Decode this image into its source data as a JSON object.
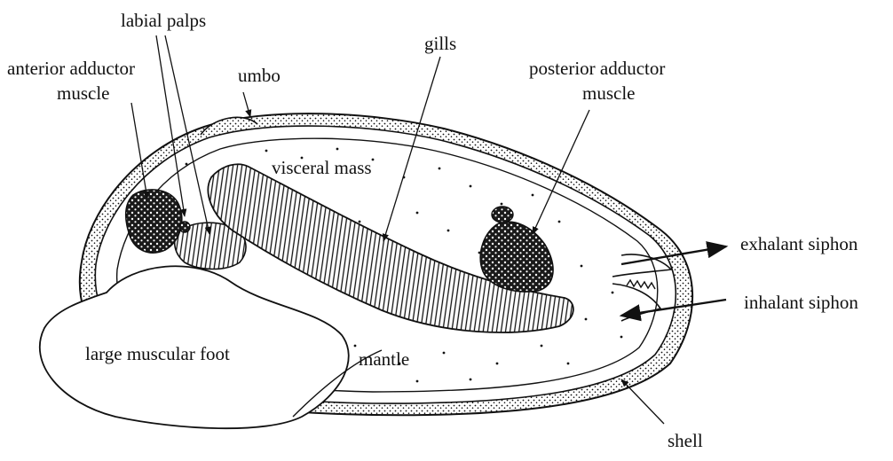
{
  "labels": {
    "labial_palps": "labial palps",
    "gills": "gills",
    "anterior_adductor_line1": "anterior adductor",
    "anterior_adductor_line2": "muscle",
    "umbo": "umbo",
    "posterior_adductor_line1": "posterior adductor",
    "posterior_adductor_line2": "muscle",
    "visceral_mass": "visceral mass",
    "exhalant_siphon": "exhalant siphon",
    "inhalant_siphon": "inhalant siphon",
    "large_muscular_foot": "large muscular foot",
    "mantle": "mantle",
    "shell": "shell"
  },
  "colors": {
    "ink": "#111111",
    "background": "#ffffff"
  }
}
